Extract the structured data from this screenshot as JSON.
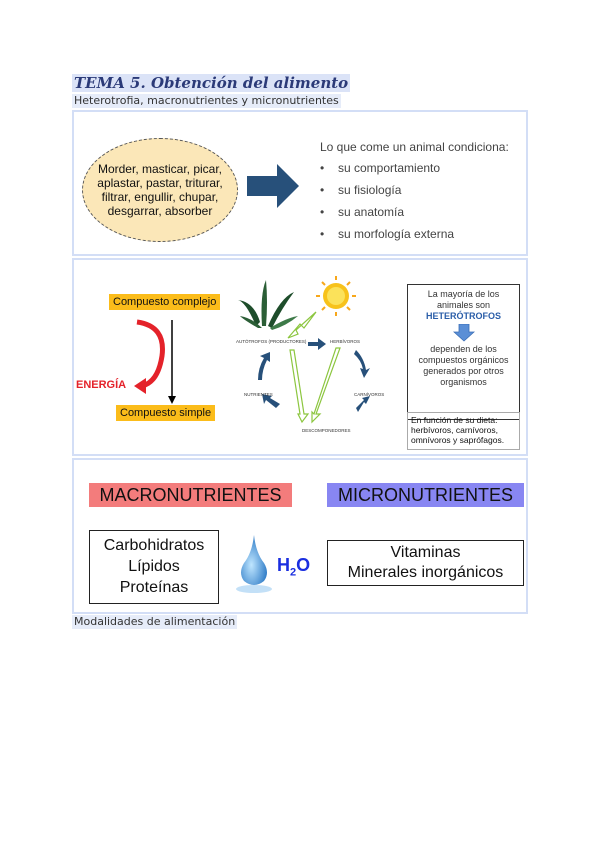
{
  "header": {
    "title": "TEMA 5. Obtención del alimento",
    "subtitle": "Heterotrofia, macronutrientes y micronutrientes"
  },
  "panel1": {
    "ellipse_text": "Morder, masticar, picar, aplastar, pastar, triturar, filtrar, engullir, chupar, desgarrar, absorber",
    "heading": "Lo que come un animal condiciona:",
    "bullet": "•",
    "items": [
      "su comportamiento",
      "su fisiología",
      "su anatomía",
      "su morfología externa"
    ],
    "arrow_color": "#27507a",
    "ellipse_color": "#fbe7b8"
  },
  "panel2": {
    "complex": "Compuesto complejo",
    "simple": "Compuesto simple",
    "energy": "ENERGÍA",
    "cycle": {
      "producers": "AUTÓTROFOS (PRODUCTORES)",
      "herbivores": "HERBÍVOROS",
      "carnivores": "CARNÍVOROS",
      "decomposers": "DESCOMPONEDORES",
      "nutrients": "NUTRIENTES"
    },
    "hetero_box": {
      "line1": "La mayoría de los animales son",
      "emphasis": "HETERÓTROFOS",
      "line2": "dependen de los compuestos orgánicos generados por otros organismos"
    },
    "diet_box": {
      "intro": "En función de su dieta:",
      "types": "herbívoros, carnívoros, omnívoros y saprófagos."
    },
    "tag_color": "#fbbc1a",
    "energy_color": "#e4222a"
  },
  "panel3": {
    "macro_label": "MACRONUTRIENTES",
    "micro_label": "MICRONUTRIENTES",
    "macro_items": [
      "Carbohidratos",
      "Lípidos",
      "Proteínas"
    ],
    "micro_items": [
      "Vitaminas",
      "Minerales inorgánicos"
    ],
    "water_main": "H",
    "water_sub": "2",
    "water_tail": "O",
    "macro_color": "#f37c7c",
    "micro_color": "#8886f2"
  },
  "footer": {
    "section": "Modalidades de alimentación"
  }
}
